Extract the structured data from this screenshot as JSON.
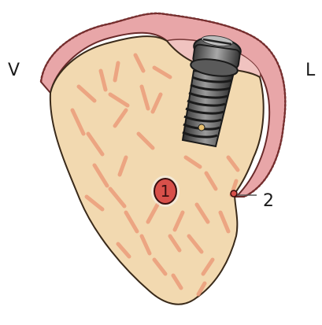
{
  "labels": {
    "left": "V",
    "right": "L",
    "marker": "1",
    "pointer": "2"
  },
  "colors": {
    "bone_fill": "#f2d9b0",
    "bone_outline": "#3a2a1a",
    "trabecular": "#ec9c7a",
    "periosteum_fill": "#e8a6a8",
    "periosteum_inner": "#f0c3c0",
    "screw_dark": "#3a3a3a",
    "screw_light": "#8a8a8a",
    "marker_fill": "#d8504a"
  },
  "icons": {
    "screw": "screw-icon",
    "marker": "numbered-circle-marker"
  }
}
